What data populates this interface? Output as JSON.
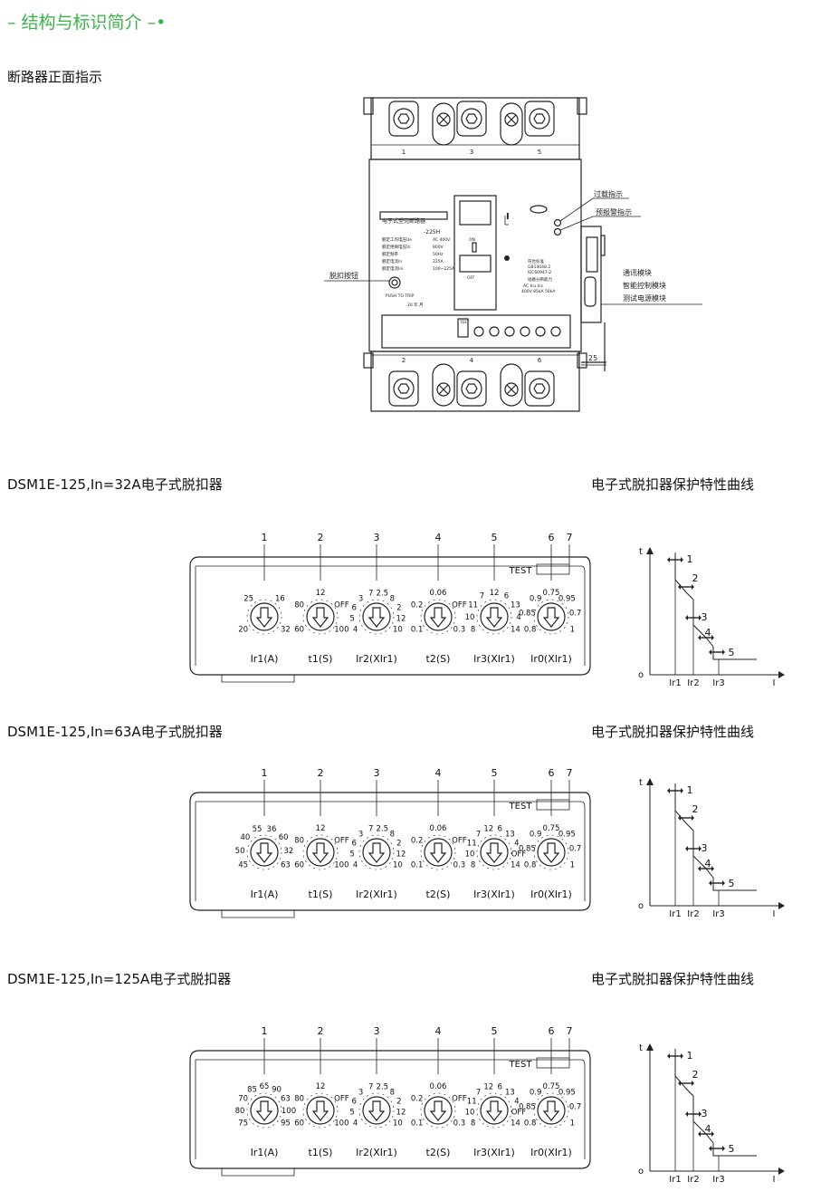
{
  "header": {
    "title": "– 结构与标识简介 –•",
    "subtitle": "断路器正面指示"
  },
  "breaker": {
    "terminals_top": [
      "1",
      "3",
      "5"
    ],
    "terminals_bottom": [
      "2",
      "4",
      "6"
    ],
    "callouts": {
      "overload": "过载指示",
      "prealarm": "预报警指示",
      "trip_button": "脱扣按钮",
      "comm": "通讯模块",
      "control": "智能控制模块",
      "test_power": "测试电源模块"
    },
    "dimension": "25",
    "nameplate": {
      "product": "电子式塑壳断路器",
      "model": "-225H",
      "rows": [
        {
          "k": "额定工作电压Ue",
          "v": "AC  400V"
        },
        {
          "k": "额定绝缘电压Ui",
          "v": "800V"
        },
        {
          "k": "额定频率",
          "v": "50Hz"
        },
        {
          "k": "额定电流In",
          "v": "225A"
        },
        {
          "k": "额定电流Iin",
          "v": "100~225A"
        }
      ],
      "push_to_trip": "PUSH TO TRIP",
      "date": "20    年    月",
      "on": "ON",
      "off": "OFF",
      "mark_i": "I",
      "mark_o": "O",
      "std_title": "符合标准",
      "std1": "GB14048.2",
      "std2": "IEC60947-2",
      "capacity_title": "短路分断能力",
      "cap_head": "AC      Icu      Ics",
      "cap_val": "400V   85kA   50kA",
      "test": "TEST"
    }
  },
  "units": [
    {
      "label": "DSM1E-125,In=32A电子式脱扣器",
      "curve_label": "电子式脱扣器保护特性曲线",
      "test": "TEST",
      "numbers": [
        "1",
        "2",
        "3",
        "4",
        "5",
        "6",
        "7"
      ],
      "dials": [
        {
          "name": "Ir1(A)",
          "scale": [
            "20",
            "25",
            "16",
            "32"
          ]
        },
        {
          "name": "t1(S)",
          "scale": [
            "60",
            "80",
            "12",
            "OFF",
            "100"
          ]
        },
        {
          "name": "Ir2(XIr1)",
          "scale": [
            "4",
            "5",
            "6",
            "3",
            "7",
            "2.5",
            "8",
            "2",
            "12",
            "10"
          ]
        },
        {
          "name": "t2(S)",
          "scale": [
            "0.1",
            "0.2",
            "0.06",
            "OFF",
            "0.3"
          ]
        },
        {
          "name": "Ir3(XIr1)",
          "scale": [
            "8",
            "10",
            "11",
            "7",
            "12",
            "6",
            "13",
            "4",
            "14"
          ]
        },
        {
          "name": "Ir0(XIr1)",
          "scale": [
            "0.8",
            "0.85",
            "0.9",
            "0.75",
            "0.95",
            "0.7",
            "1"
          ]
        }
      ]
    },
    {
      "label": "DSM1E-125,In=63A电子式脱扣器",
      "curve_label": "电子式脱扣器保护特性曲线",
      "test": "TEST",
      "numbers": [
        "1",
        "2",
        "3",
        "4",
        "5",
        "6",
        "7"
      ],
      "dials": [
        {
          "name": "Ir1(A)",
          "scale": [
            "45",
            "50",
            "40",
            "55",
            "36",
            "60",
            "32",
            "63"
          ]
        },
        {
          "name": "t1(S)",
          "scale": [
            "60",
            "80",
            "12",
            "OFF",
            "100"
          ]
        },
        {
          "name": "Ir2(XIr1)",
          "scale": [
            "4",
            "5",
            "6",
            "3",
            "7",
            "2.5",
            "8",
            "2",
            "12",
            "10"
          ]
        },
        {
          "name": "t2(S)",
          "scale": [
            "0.1",
            "0.2",
            "0.06",
            "OFF",
            "0.3"
          ]
        },
        {
          "name": "Ir3(XIr1)",
          "scale": [
            "8",
            "10",
            "11",
            "7",
            "12",
            "6",
            "13",
            "4",
            "OFF",
            "14"
          ]
        },
        {
          "name": "Ir0(XIr1)",
          "scale": [
            "0.8",
            "0.85",
            "0.9",
            "0.75",
            "0.95",
            "0.7",
            "1"
          ]
        }
      ]
    },
    {
      "label": "DSM1E-125,In=125A电子式脱扣器",
      "curve_label": "电子式脱扣器保护特性曲线",
      "test": "TEST",
      "numbers": [
        "1",
        "2",
        "3",
        "4",
        "5",
        "6",
        "7"
      ],
      "dials": [
        {
          "name": "Ir1(A)",
          "scale": [
            "75",
            "80",
            "70",
            "85",
            "65",
            "90",
            "63",
            "100",
            "95"
          ]
        },
        {
          "name": "t1(S)",
          "scale": [
            "60",
            "80",
            "12",
            "OFF",
            "100"
          ]
        },
        {
          "name": "Ir2(XIr1)",
          "scale": [
            "4",
            "5",
            "6",
            "3",
            "7",
            "2.5",
            "8",
            "2",
            "12",
            "10"
          ]
        },
        {
          "name": "t2(S)",
          "scale": [
            "0.1",
            "0.2",
            "0.06",
            "OFF",
            "0.3"
          ]
        },
        {
          "name": "Ir3(XIr1)",
          "scale": [
            "8",
            "10",
            "11",
            "7",
            "12",
            "6",
            "13",
            "4",
            "OFF",
            "14"
          ]
        },
        {
          "name": "Ir0(XIr1)",
          "scale": [
            "0.8",
            "0.85",
            "0.9",
            "0.75",
            "0.95",
            "0.7",
            "1"
          ]
        }
      ]
    }
  ],
  "curve": {
    "t": "t",
    "o": "o",
    "i": "I",
    "x_labels": [
      "Ir1",
      "Ir2",
      "Ir3"
    ],
    "markers": [
      "1",
      "2",
      "3",
      "4",
      "5"
    ]
  }
}
